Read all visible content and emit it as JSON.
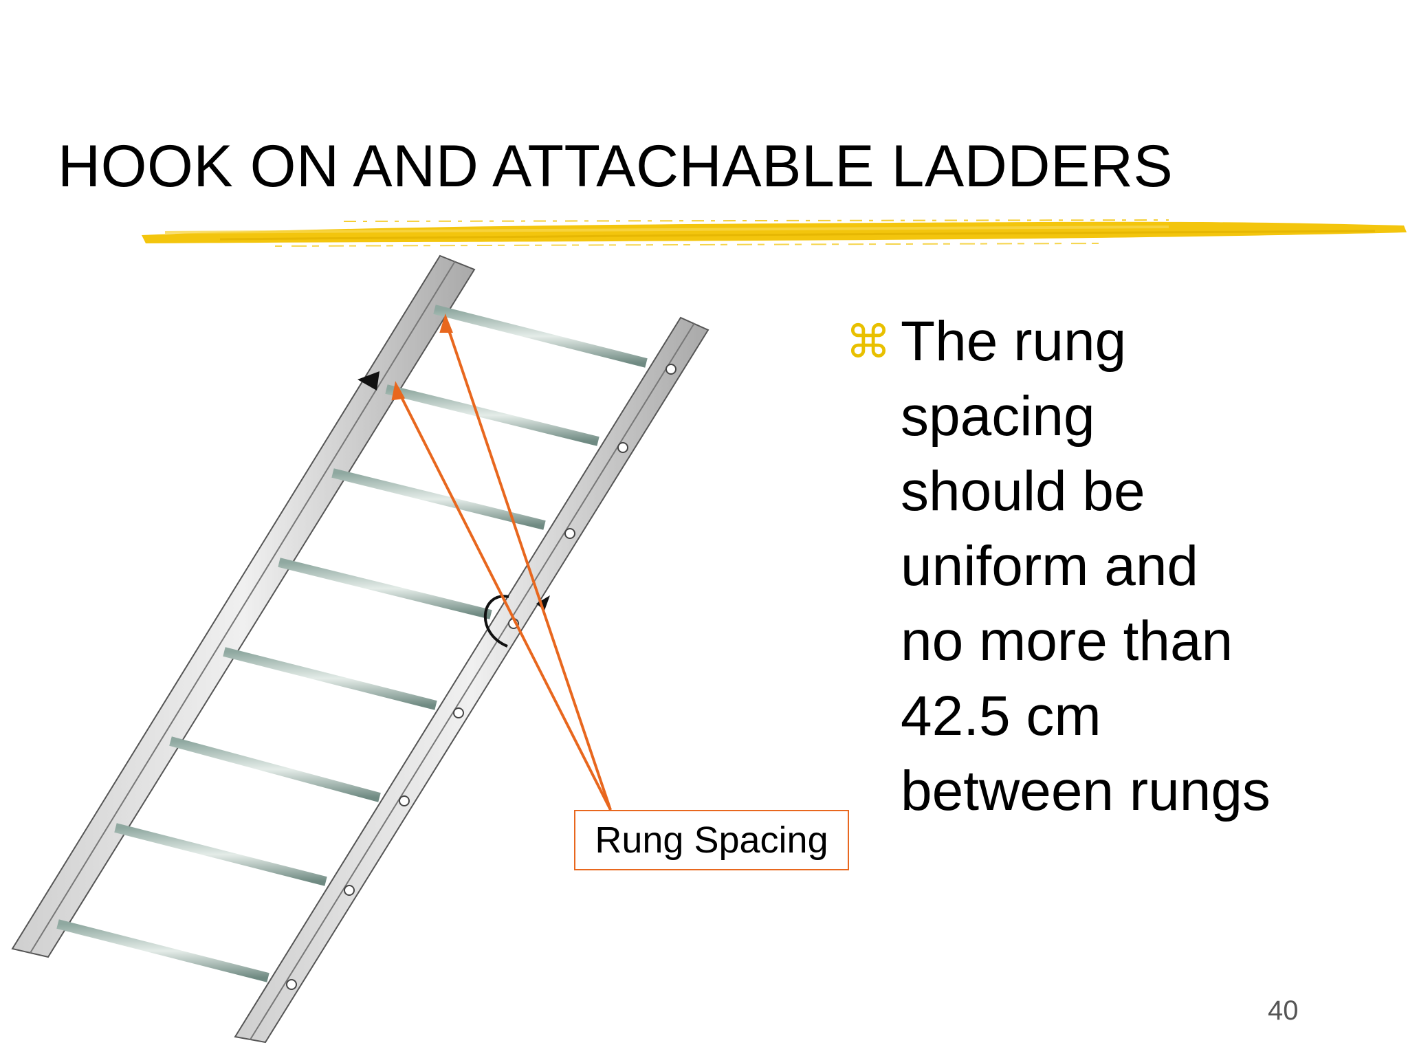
{
  "slide": {
    "title": "HOOK ON AND ATTACHABLE LADDERS",
    "bullet": {
      "icon": "command-key-icon",
      "icon_glyph": "⌘",
      "icon_color": "#E8C000",
      "text": "The rung\nspacing\nshould be\nuniform and\nno more than\n42.5 cm\nbetween rungs"
    },
    "callout": {
      "label": "Rung Spacing",
      "border_color": "#E8671E"
    },
    "page_number": "40",
    "accent_color": "#F2C200"
  }
}
